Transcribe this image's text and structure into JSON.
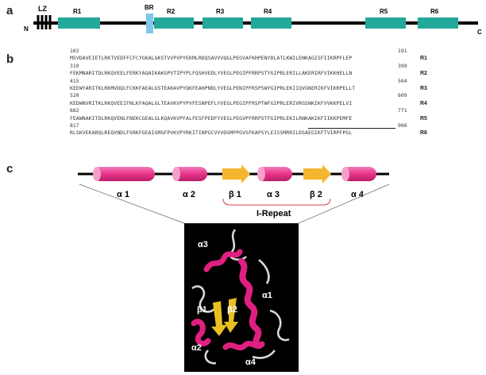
{
  "panels": {
    "a": "a",
    "b": "b",
    "c": "c"
  },
  "domain_map": {
    "n_term": "N",
    "c_term": "C",
    "lz_label": "LZ",
    "br_label": "BR",
    "repeats": [
      "R1",
      "R2",
      "R3",
      "R4",
      "R5",
      "R6"
    ],
    "colors": {
      "repeat": "#22a99a",
      "br": "#7ec8ec",
      "line": "#000000"
    }
  },
  "sequences": [
    {
      "start": "102",
      "end": "191",
      "seq": "MSVDAVEIETLRKTVEDFFCFCYGKALGKSTVVPVPYEKMLRDQSAVVVQGLPEGVAFKHPENYDLATLKWILENKAGISFIIKRPFLEP",
      "label": "R1"
    },
    {
      "start": "310",
      "end": "399",
      "seq": "FEKMNARITDLRKQVEELFERKYAQAIKAKGPVTIPYPLFQSHVEDLYVEGLPEGIPFRRPSTYGIPRLERILLAKERIRFVIKKHELLN",
      "label": "R2"
    },
    {
      "start": "415",
      "end": "504",
      "seq": "KEEWYARITKLRKMVDQLFCKKFAEALGSTEAKAVPYQKFEAHPNDLYVEGLPENIPFRSPSWYGIPRLEKIIQVGNERIKFVIKRPELLT",
      "label": "R3"
    },
    {
      "start": "520",
      "end": "609",
      "seq": "KEDWNVRITKLRKQVEEIFNLKFAQALGLTEAVKVPYPVFESNPEFLYVEGLPEGIPFRSPTWFGIPRLERIVRGSNKIKFVVKKPELVI",
      "label": "R4"
    },
    {
      "start": "682",
      "end": "771",
      "seq": "FEAWNAKITDLRKQVENLFNEKCGEALGLKQAVKVPFALFESFPEDFYVEGLPEGVPFRRPSTFGIPRLEKILRNKAKIKFIIKKPEMFE",
      "label": "R5"
    },
    {
      "start": "817",
      "end": "906",
      "seq": "RLSKVEKARQLREQVNDLFSRKFGEAIGMGFPVKVPYRKITINPGCVVVDGMPPGVSFKAPSYLEISSMRRILDSAEGIKFTVIRPFPGL",
      "label": "R6"
    }
  ],
  "topology": {
    "helices": [
      "α 1",
      "α 2",
      "α 3",
      "α 4"
    ],
    "strands": [
      "β 1",
      "β 2"
    ],
    "repeat_label": "I-Repeat",
    "colors": {
      "helix": "#e8338a",
      "strand": "#f5b52e",
      "bracket": "#d94040"
    }
  },
  "structure": {
    "labels": [
      "α3",
      "α1",
      "β1",
      "β2",
      "α2",
      "α4"
    ],
    "colors": {
      "background": "#000000",
      "helix": "#e02080",
      "strand": "#e8c020",
      "coil": "#d8d8d8"
    }
  }
}
